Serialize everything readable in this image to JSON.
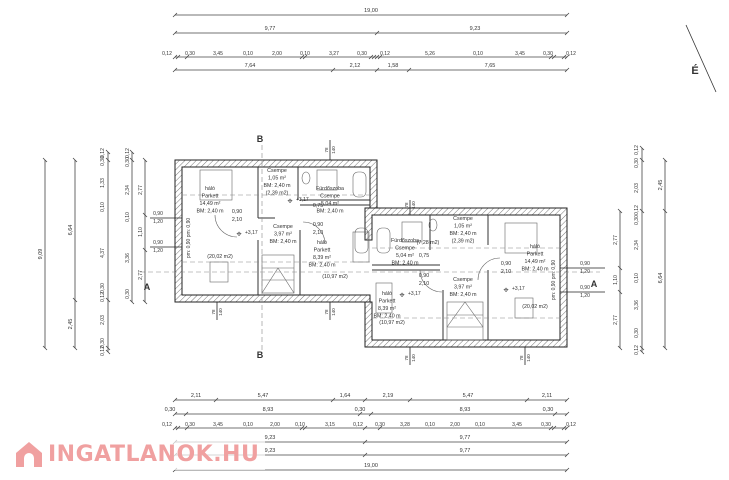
{
  "north_label": "É",
  "section_labels": {
    "a": "A",
    "b": "B"
  },
  "watermark": "INGATLANOK.HU",
  "dims": {
    "top_total": "19,00",
    "top_halves": [
      "9,77",
      "9,23"
    ],
    "top_detail": [
      "0,12",
      "0,30",
      "3,45",
      "0,10",
      "2,00",
      "0,10",
      "3,27",
      "0,30",
      "0,12",
      "5,26",
      "0,10",
      "3,45",
      "0,30",
      "0,12"
    ],
    "top_segments": [
      "7,64",
      "2,12",
      "1,58",
      "7,65"
    ],
    "bottom_segments": [
      "2,11",
      "5,47",
      "1,64",
      "2,19",
      "5,47",
      "2,11"
    ],
    "bottom_inner": [
      "0,30",
      "8,93",
      "0,30",
      "8,93",
      "0,30"
    ],
    "bottom_detail": [
      "0,12",
      "0,30",
      "3,45",
      "0,10",
      "2,00",
      "0,10",
      "3,15",
      "0,12",
      "0,30",
      "3,28",
      "0,10",
      "2,00",
      "0,10",
      "3,45",
      "0,30",
      "0,12"
    ],
    "bottom_halves_1": [
      "9,23",
      "9,77"
    ],
    "bottom_halves_2": [
      "9,23",
      "9,77"
    ],
    "bottom_total": "19,00",
    "left_total": "9,09",
    "left_parts": [
      "6,64",
      "2,45"
    ],
    "left_detail": [
      "0,12",
      "0,30",
      "1,33",
      "0,10",
      "4,37",
      "0,30",
      "0,12",
      "2,03",
      "0,30",
      "0,12"
    ],
    "left_detail2": [
      "0,12",
      "0,30",
      "2,34",
      "0,10",
      "3,36",
      "0,30"
    ],
    "left_rooms": [
      "2,77",
      "1,10",
      "2,77"
    ],
    "right_rooms": [
      "2,77",
      "1,10",
      "2,77"
    ],
    "right_detail": [
      "0,12",
      "0,30",
      "2,03",
      "0,12",
      "0,30",
      "2,34",
      "0,10",
      "3,36",
      "0,30",
      "0,12"
    ],
    "right_parts": [
      "2,45",
      "6,64"
    ]
  },
  "windows": {
    "left": [
      [
        "0,90",
        "1,20"
      ],
      [
        "0,90",
        "1,20"
      ]
    ],
    "right": [
      [
        "0,90",
        "1,20"
      ],
      [
        "0,90",
        "1,20"
      ]
    ],
    "marks": [
      [
        "78",
        "140"
      ],
      [
        "78",
        "140"
      ],
      [
        "78",
        "140"
      ],
      [
        "78",
        "140"
      ],
      [
        "78",
        "140"
      ],
      [
        "78",
        "140"
      ]
    ],
    "parapet_left": "pm: 0,90 pm: 0,90",
    "parapet_right": "pm: 0,90 pm: 0,90"
  },
  "rooms": [
    {
      "lines": [
        "háló",
        "Parkett",
        "14,49 m²",
        "BM: 2,40 m"
      ],
      "gross": "(20,02 m2)",
      "level": "+3,17"
    },
    {
      "lines": [
        "Csempe",
        "1,05 m²",
        "BM: 2,40 m",
        "(2,39 m2)"
      ]
    },
    {
      "lines": [
        "Fürdőszoba",
        "Csempe",
        "5,04 m²",
        "BM: 2,40 m"
      ],
      "extra": "0,75"
    },
    {
      "lines": [
        "Csempe",
        "3,97 m²",
        "BM: 2,40 m"
      ],
      "level": "+3,17"
    },
    {
      "lines": [
        "háló",
        "Parkett",
        "8,39 m²",
        "BM: 2,40 m"
      ],
      "gross": "(10,97 m2)"
    },
    {
      "lines": [
        "Fürdőszoba",
        "Csempe",
        "5,04 m²",
        "BM: 2,40 m"
      ],
      "extra": "0,75",
      "gross": "(7,28 m2)"
    },
    {
      "lines": [
        "Csempe",
        "1,05 m²",
        "BM: 2,40 m",
        "(2,39 m2)"
      ]
    },
    {
      "lines": [
        "Csempe",
        "3,97 m²",
        "BM: 2,40 m"
      ]
    },
    {
      "lines": [
        "háló",
        "Parkett",
        "14,49 m²",
        "BM: 2,40 m"
      ],
      "gross": "(20,02 m2)",
      "level": "+3,17"
    },
    {
      "lines": [
        "háló",
        "Parkett",
        "8,39 m²",
        "BM: 2,40 m"
      ],
      "gross": "(10,97 m2)",
      "level": "+3,17"
    }
  ],
  "doors": [
    [
      "0,90",
      "2,10"
    ],
    [
      "0,90",
      "2,10"
    ],
    [
      "0,90",
      "2,10"
    ],
    [
      "0,90",
      "2,10"
    ]
  ]
}
